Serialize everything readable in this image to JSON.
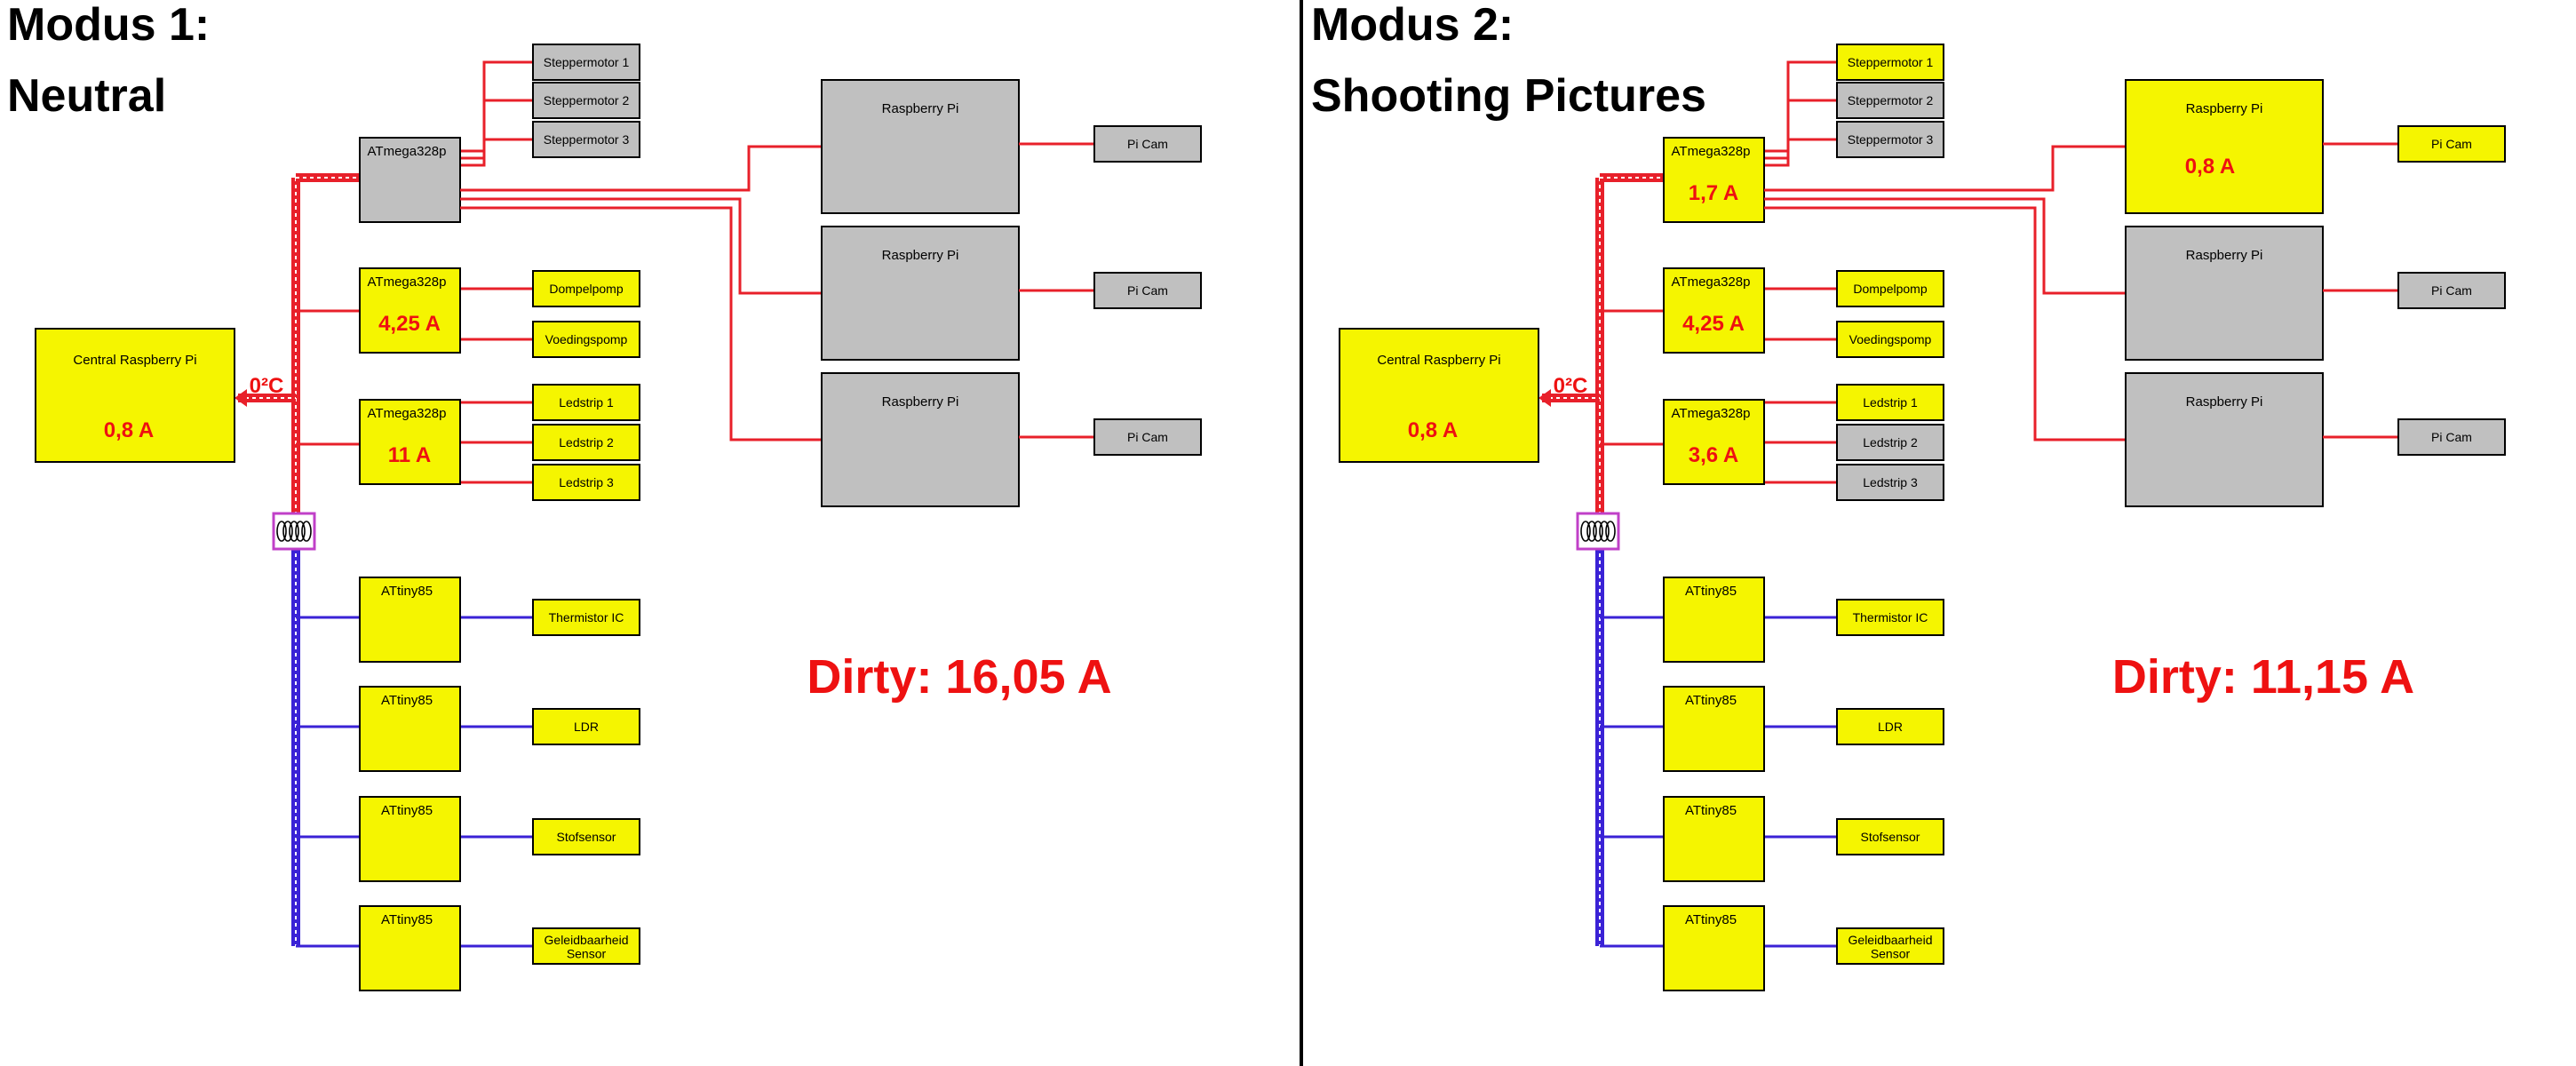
{
  "colors": {
    "yellow": "#f5f500",
    "gray": "#c0c0c0",
    "red_wire": "#e8202a",
    "blue_wire": "#3a22d6",
    "coil": "#c040c8",
    "alert_text": "#ee1111",
    "divider": "#000000"
  },
  "panels": [
    {
      "title_line1": "Modus 1:",
      "title_line2": "Neutral",
      "central": {
        "label": "Central Raspberry Pi",
        "current": "0,8 A"
      },
      "temp_label": "0²C",
      "coil_icon": "coil-icon",
      "mega": [
        {
          "label": "ATmega328p",
          "current": "",
          "active": false,
          "outputs": [
            {
              "label": "Steppermotor 1",
              "active": false
            },
            {
              "label": "Steppermotor 2",
              "active": false
            },
            {
              "label": "Steppermotor 3",
              "active": false
            }
          ]
        },
        {
          "label": "ATmega328p",
          "current": "4,25 A",
          "active": true,
          "outputs": [
            {
              "label": "Dompelpomp",
              "active": true
            },
            {
              "label": "Voedingspomp",
              "active": true
            }
          ]
        },
        {
          "label": "ATmega328p",
          "current": "11 A",
          "active": true,
          "outputs": [
            {
              "label": "Ledstrip 1",
              "active": true
            },
            {
              "label": "Ledstrip 2",
              "active": true
            },
            {
              "label": "Ledstrip 3",
              "active": true
            }
          ]
        }
      ],
      "tiny": [
        {
          "label": "ATtiny85",
          "sensor": "Thermistor IC"
        },
        {
          "label": "ATtiny85",
          "sensor": "LDR"
        },
        {
          "label": "ATtiny85",
          "sensor": "Stofsensor"
        },
        {
          "label": "ATtiny85",
          "sensor": "Geleidbaarheid\nSensor"
        }
      ],
      "pis": [
        {
          "label": "Raspberry Pi",
          "current": "",
          "active": false,
          "cam": "Pi Cam",
          "cam_active": false
        },
        {
          "label": "Raspberry Pi",
          "current": "",
          "active": false,
          "cam": "Pi Cam",
          "cam_active": false
        },
        {
          "label": "Raspberry Pi",
          "current": "",
          "active": false,
          "cam": "Pi Cam",
          "cam_active": false
        }
      ],
      "dirty": "Dirty: 16,05 A"
    },
    {
      "title_line1": "Modus 2:",
      "title_line2": "Shooting Pictures",
      "central": {
        "label": "Central Raspberry Pi",
        "current": "0,8 A"
      },
      "temp_label": "0²C",
      "coil_icon": "coil-icon",
      "mega": [
        {
          "label": "ATmega328p",
          "current": "1,7 A",
          "active": true,
          "outputs": [
            {
              "label": "Steppermotor 1",
              "active": true
            },
            {
              "label": "Steppermotor 2",
              "active": false
            },
            {
              "label": "Steppermotor 3",
              "active": false
            }
          ]
        },
        {
          "label": "ATmega328p",
          "current": "4,25 A",
          "active": true,
          "outputs": [
            {
              "label": "Dompelpomp",
              "active": true
            },
            {
              "label": "Voedingspomp",
              "active": true
            }
          ]
        },
        {
          "label": "ATmega328p",
          "current": "3,6 A",
          "active": true,
          "outputs": [
            {
              "label": "Ledstrip 1",
              "active": true
            },
            {
              "label": "Ledstrip 2",
              "active": false
            },
            {
              "label": "Ledstrip 3",
              "active": false
            }
          ]
        }
      ],
      "tiny": [
        {
          "label": "ATtiny85",
          "sensor": "Thermistor IC"
        },
        {
          "label": "ATtiny85",
          "sensor": "LDR"
        },
        {
          "label": "ATtiny85",
          "sensor": "Stofsensor"
        },
        {
          "label": "ATtiny85",
          "sensor": "Geleidbaarheid\nSensor"
        }
      ],
      "pis": [
        {
          "label": "Raspberry Pi",
          "current": "0,8 A",
          "active": true,
          "cam": "Pi Cam",
          "cam_active": true
        },
        {
          "label": "Raspberry Pi",
          "current": "",
          "active": false,
          "cam": "Pi Cam",
          "cam_active": false
        },
        {
          "label": "Raspberry Pi",
          "current": "",
          "active": false,
          "cam": "Pi Cam",
          "cam_active": false
        }
      ],
      "dirty": "Dirty: 11,15 A"
    }
  ]
}
